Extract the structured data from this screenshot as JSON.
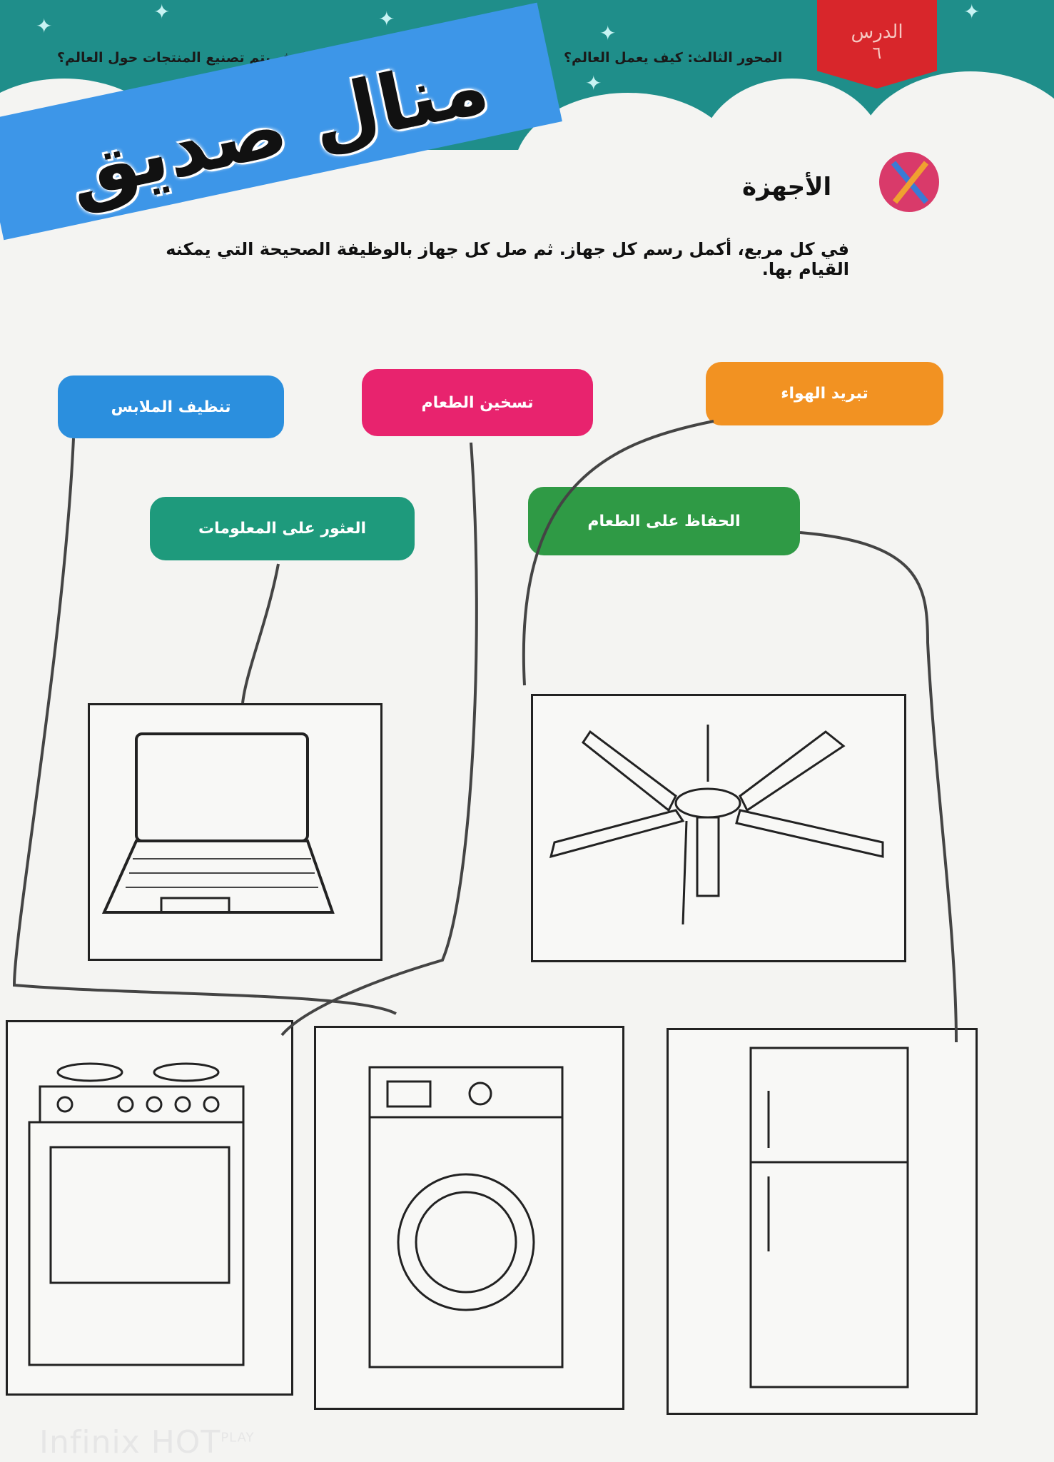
{
  "header": {
    "lesson_label": "الدرس",
    "lesson_number": "٦",
    "unit": "المحور الثالث: كيف يعمل العالم؟",
    "chapter": "الفصل الأول: كيف يتم تصنيع المنتجات حول العالم؟"
  },
  "watermark_name": "منال صديق",
  "section_title": "الأجهزة",
  "instruction": "في كل مربع، أكمل رسم كل جهاز. ثم صل كل جهاز بالوظيفة الصحيحة التي يمكنه القيام بها.",
  "functions": [
    {
      "label": "تنظيف الملابس",
      "color": "#2b8fde"
    },
    {
      "label": "تسخين الطعام",
      "color": "#e8236e"
    },
    {
      "label": "تبريد الهواء",
      "color": "#f29222"
    },
    {
      "label": "العثور على المعلومات",
      "color": "#1e9a7c"
    },
    {
      "label": "الحفاظ على الطعام",
      "color": "#2f9a45"
    }
  ],
  "devices": [
    "laptop",
    "ceiling-fan",
    "stove",
    "washing-machine",
    "refrigerator"
  ],
  "camera_brand": {
    "name": "Infinix HOT",
    "suffix": "PLAY"
  }
}
